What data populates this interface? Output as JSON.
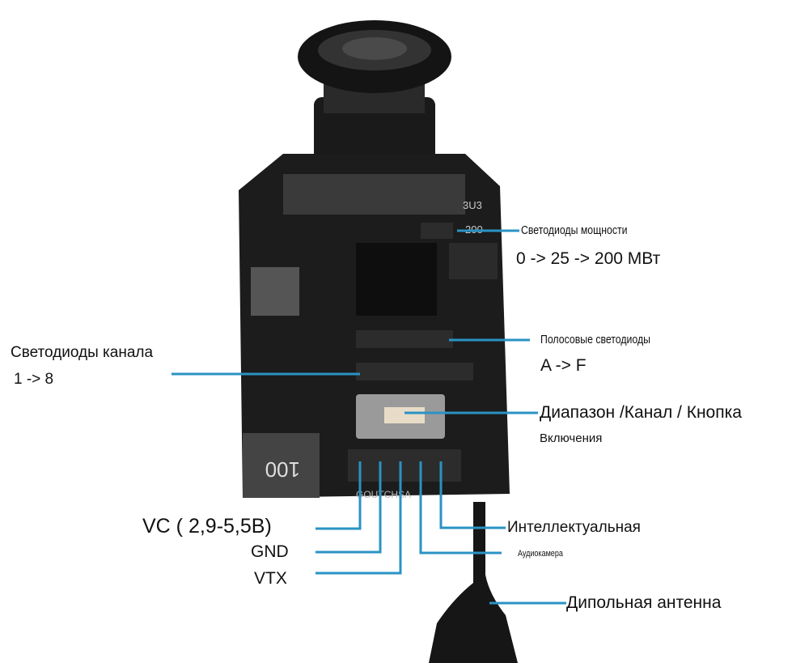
{
  "labels": {
    "power_leds": "Светодиоды мощности",
    "power_values": "0 -> 25 -> 200 МВт",
    "band_leds": "Полосовые светодиоды",
    "band_values": "A -> F",
    "channel_leds": "Светодиоды канала",
    "channel_values": "1 -> 8",
    "button_line1": "Диапазон /Канал / Кнопка",
    "button_line2": "Включения",
    "vcc": "VC ( 2,9-5,5В)",
    "gnd": "GND",
    "vtx": "VTX",
    "smart_audio_1": "Интеллектуальная",
    "smart_audio_2": "Аудиокамера",
    "antenna": "Дипольная антенна"
  },
  "board_markings": {
    "inductor": "100",
    "power_silk": "200",
    "chip": "3U3",
    "pin_silk": "GOUTCHSA"
  },
  "colors": {
    "leader_line": "#2a93c4",
    "board": "#1c1c1c"
  }
}
